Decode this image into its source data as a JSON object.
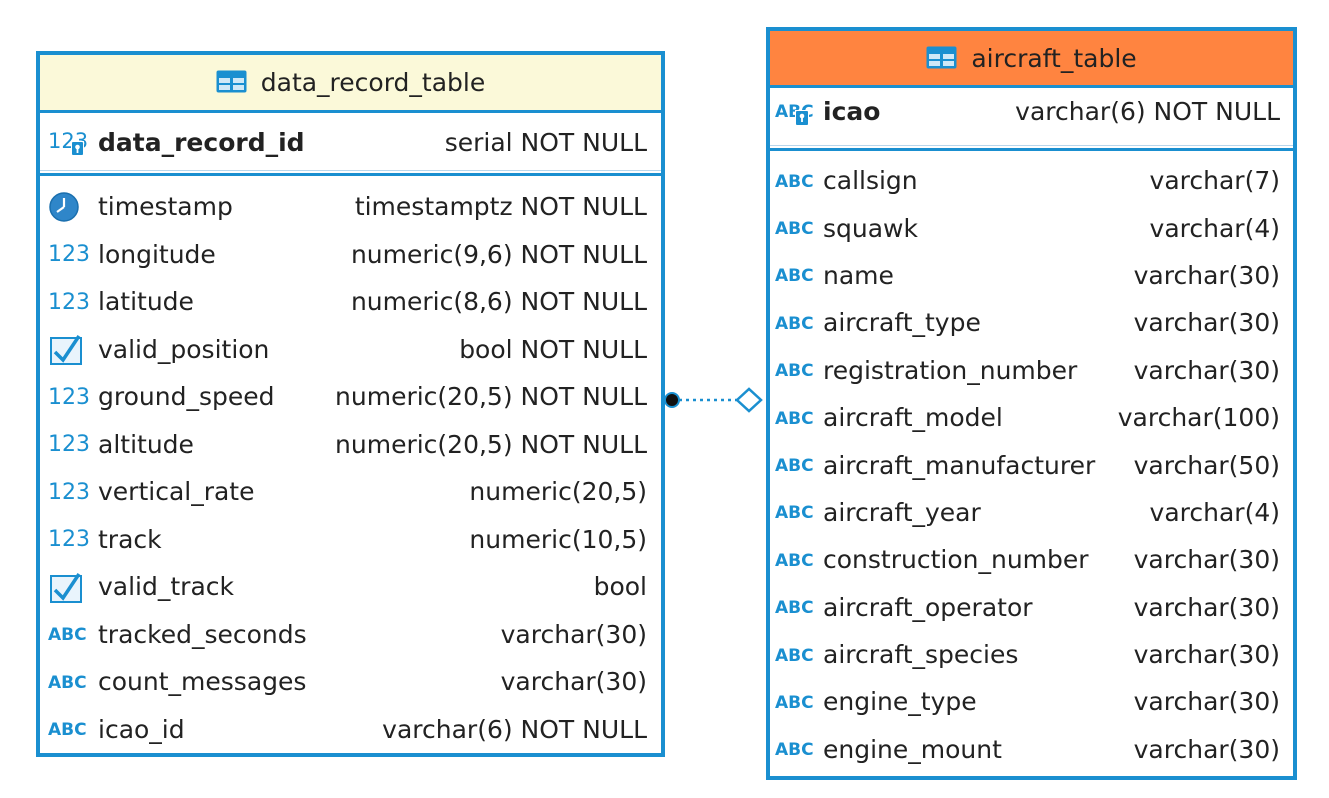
{
  "colors": {
    "border": "#1a8fd0",
    "left_header_bg": "#fbf9d9",
    "right_header_bg": "#ff8440",
    "icon_blue": "#1a8fd0"
  },
  "left_table": {
    "title": "data_record_table",
    "primary_key": {
      "name": "data_record_id",
      "type": "serial NOT NULL",
      "icon": "numeric-key-icon"
    },
    "columns": [
      {
        "name": "timestamp",
        "type": "timestamptz NOT NULL",
        "icon": "clock-icon"
      },
      {
        "name": "longitude",
        "type": "numeric(9,6) NOT NULL",
        "icon": "numeric-icon"
      },
      {
        "name": "latitude",
        "type": "numeric(8,6) NOT NULL",
        "icon": "numeric-icon"
      },
      {
        "name": "valid_position",
        "type": "bool NOT NULL",
        "icon": "checkbox-icon"
      },
      {
        "name": "ground_speed",
        "type": "numeric(20,5) NOT NULL",
        "icon": "numeric-icon"
      },
      {
        "name": "altitude",
        "type": "numeric(20,5) NOT NULL",
        "icon": "numeric-icon"
      },
      {
        "name": "vertical_rate",
        "type": "numeric(20,5)",
        "icon": "numeric-icon"
      },
      {
        "name": "track",
        "type": "numeric(10,5)",
        "icon": "numeric-icon"
      },
      {
        "name": "valid_track",
        "type": "bool",
        "icon": "checkbox-icon"
      },
      {
        "name": "tracked_seconds",
        "type": "varchar(30)",
        "icon": "text-icon"
      },
      {
        "name": "count_messages",
        "type": "varchar(30)",
        "icon": "text-icon"
      },
      {
        "name": "icao_id",
        "type": "varchar(6) NOT NULL",
        "icon": "text-icon"
      }
    ]
  },
  "right_table": {
    "title": "aircraft_table",
    "primary_key": {
      "name": "icao",
      "type": "varchar(6) NOT NULL",
      "icon": "text-key-icon"
    },
    "columns": [
      {
        "name": "callsign",
        "type": "varchar(7)",
        "icon": "text-icon"
      },
      {
        "name": "squawk",
        "type": "varchar(4)",
        "icon": "text-icon"
      },
      {
        "name": "name",
        "type": "varchar(30)",
        "icon": "text-icon"
      },
      {
        "name": "aircraft_type",
        "type": "varchar(30)",
        "icon": "text-icon"
      },
      {
        "name": "registration_number",
        "type": "varchar(30)",
        "icon": "text-icon"
      },
      {
        "name": "aircraft_model",
        "type": "varchar(100)",
        "icon": "text-icon"
      },
      {
        "name": "aircraft_manufacturer",
        "type": "varchar(50)",
        "icon": "text-icon"
      },
      {
        "name": "aircraft_year",
        "type": "varchar(4)",
        "icon": "text-icon"
      },
      {
        "name": "construction_number",
        "type": "varchar(30)",
        "icon": "text-icon"
      },
      {
        "name": "aircraft_operator",
        "type": "varchar(30)",
        "icon": "text-icon"
      },
      {
        "name": "aircraft_species",
        "type": "varchar(30)",
        "icon": "text-icon"
      },
      {
        "name": "engine_type",
        "type": "varchar(30)",
        "icon": "text-icon"
      },
      {
        "name": "engine_mount",
        "type": "varchar(30)",
        "icon": "text-icon"
      }
    ]
  },
  "relationship": {
    "from_end": "filled-dot",
    "to_end": "hollow-diamond",
    "line_style": "dotted"
  }
}
